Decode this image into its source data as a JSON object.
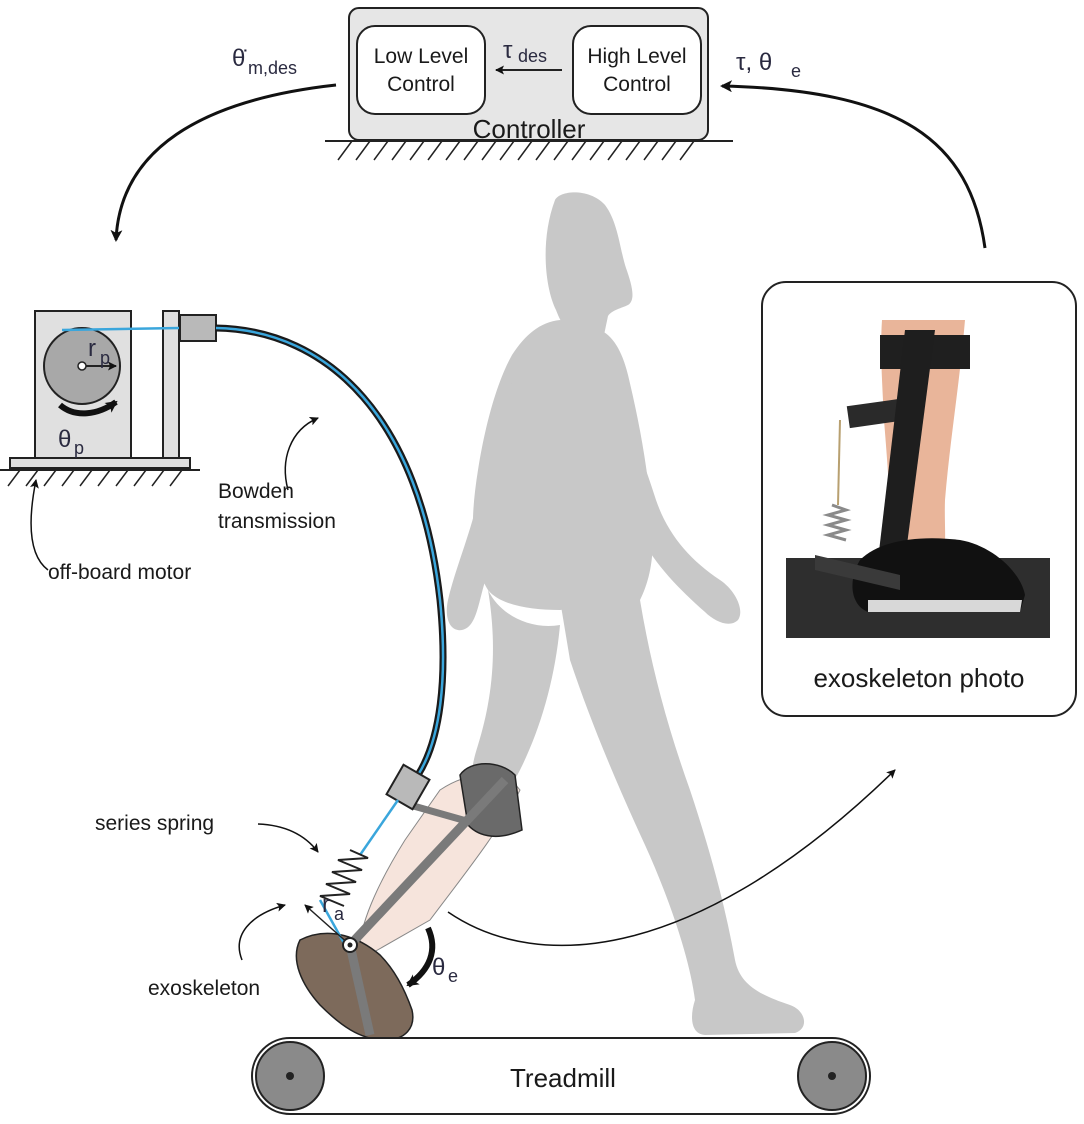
{
  "controller": {
    "title": "Controller",
    "low_level_line1": "Low Level",
    "low_level_line2": "Control",
    "high_level_line1": "High Level",
    "high_level_line2": "Control",
    "tau_symbol": "τ",
    "tau_subscript": "des"
  },
  "signals": {
    "command_symbol": "θ̇",
    "command_subscript": "m,des",
    "feedback_tau": "τ, θ",
    "feedback_theta_subscript": "e"
  },
  "motor": {
    "radius_symbol": "r",
    "radius_subscript": "p",
    "angle_symbol": "θ",
    "angle_subscript": "p",
    "label": "off-board motor"
  },
  "transmission": {
    "label_line1": "Bowden",
    "label_line2": "transmission"
  },
  "exo": {
    "spring_label": "series spring",
    "exo_label": "exoskeleton",
    "radius_symbol": "r",
    "radius_subscript": "a",
    "angle_symbol": "θ",
    "angle_subscript": "e"
  },
  "photo_panel": {
    "caption": "exoskeleton photo"
  },
  "treadmill": {
    "label": "Treadmill"
  },
  "colors": {
    "cable_blue": "#3aa6dc",
    "silhouette": "#c8c8c8",
    "controller_fill": "#e6e6e6",
    "skin": "#f6e4dc",
    "foot": "#7d6a5b"
  }
}
